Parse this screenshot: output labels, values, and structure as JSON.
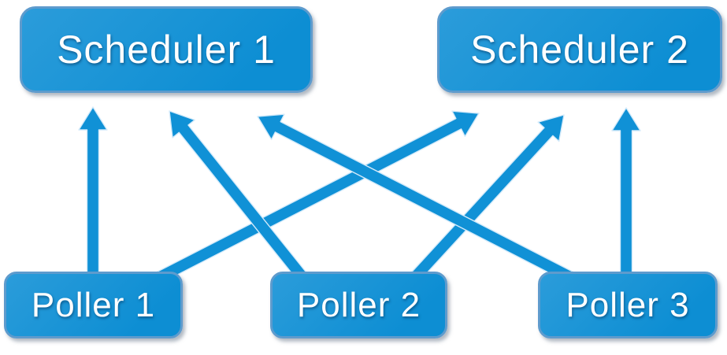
{
  "diagram": {
    "nodes": [
      {
        "id": "scheduler-1",
        "label": "Scheduler 1",
        "row": "top"
      },
      {
        "id": "scheduler-2",
        "label": "Scheduler 2",
        "row": "top"
      },
      {
        "id": "poller-1",
        "label": "Poller 1",
        "row": "bottom"
      },
      {
        "id": "poller-2",
        "label": "Poller 2",
        "row": "bottom"
      },
      {
        "id": "poller-3",
        "label": "Poller 3",
        "row": "bottom"
      }
    ],
    "edges": [
      {
        "from": "poller-1",
        "to": "scheduler-1"
      },
      {
        "from": "poller-1",
        "to": "scheduler-2"
      },
      {
        "from": "poller-2",
        "to": "scheduler-1"
      },
      {
        "from": "poller-2",
        "to": "scheduler-2"
      },
      {
        "from": "poller-3",
        "to": "scheduler-1"
      },
      {
        "from": "poller-3",
        "to": "scheduler-2"
      }
    ],
    "colors": {
      "background": "#ffffff",
      "node_fill_light": "#2b9cda",
      "node_fill_dark": "#0d8ed3",
      "node_border": "#5e9bcd",
      "arrow_fill": "#1091d6",
      "arrow_outline": "#d3eafa",
      "text": "#ffffff"
    }
  }
}
